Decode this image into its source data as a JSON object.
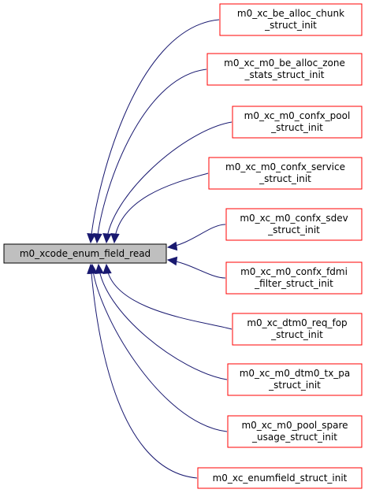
{
  "graph": {
    "focus": {
      "name": "m0_xcode_enum_field_read",
      "fill": "#bfbfbf",
      "border": "#000000"
    },
    "callers": [
      {
        "lines": [
          "m0_xc_be_alloc_chunk",
          "_struct_init"
        ]
      },
      {
        "lines": [
          "m0_xc_m0_be_alloc_zone",
          "_stats_struct_init"
        ]
      },
      {
        "lines": [
          "m0_xc_m0_confx_pool",
          "_struct_init"
        ]
      },
      {
        "lines": [
          "m0_xc_m0_confx_service",
          "_struct_init"
        ]
      },
      {
        "lines": [
          "m0_xc_m0_confx_sdev",
          "_struct_init"
        ]
      },
      {
        "lines": [
          "m0_xc_m0_confx_fdmi",
          "_filter_struct_init"
        ]
      },
      {
        "lines": [
          "m0_xc_dtm0_req_fop",
          "_struct_init"
        ]
      },
      {
        "lines": [
          "m0_xc_m0_dtm0_tx_pa",
          "_struct_init"
        ]
      },
      {
        "lines": [
          "m0_xc_m0_pool_spare",
          "_usage_struct_init"
        ]
      },
      {
        "lines": [
          "m0_xc_enumfield_struct_init"
        ]
      }
    ],
    "colors": {
      "caller_border": "#ff0000",
      "edge": "#191970"
    }
  }
}
